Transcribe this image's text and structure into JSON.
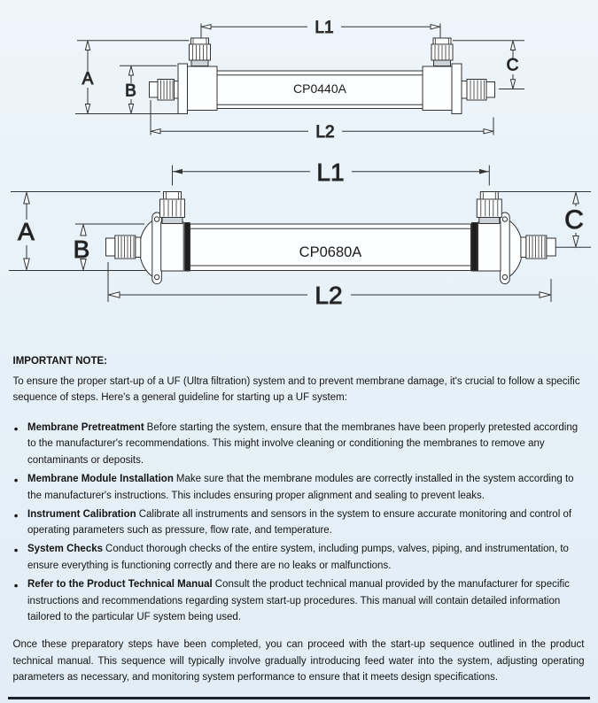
{
  "colors": {
    "background_top": "#eef5fb",
    "background_bottom": "#e2edf6",
    "line": "#333333",
    "part_fill": "#fcfeff",
    "clamp_band": "#1e1e1e",
    "bottom_rule": "#1b222e",
    "body_text": "#141414",
    "model_text": "#3c3c3c"
  },
  "diagrams": {
    "small": {
      "model": "CP0440A",
      "dims": {
        "l1": "L1",
        "l2": "L2",
        "a": "A",
        "b": "B",
        "c": "C"
      }
    },
    "large": {
      "model": "CP0680A",
      "dims": {
        "l1": "L1",
        "l2": "L2",
        "a": "A",
        "b": "B",
        "c": "C"
      }
    }
  },
  "note": {
    "heading": "IMPORTANT NOTE:",
    "intro": "To ensure the proper start-up of a UF (Ultra filtration) system and to prevent membrane damage, it's crucial to follow a specific sequence of steps. Here's a general guideline for starting up a UF system:",
    "bullet_char": "●",
    "bullets": [
      {
        "title": "Membrane Pretreatment",
        "text": "Before starting the system, ensure that the membranes have been properly pretested according to the manufacturer's recommendations. This might involve cleaning or conditioning the membranes to remove any contaminants or deposits."
      },
      {
        "title": "Membrane Module Installation",
        "text": "Make sure that the membrane modules are correctly installed in the system according to the manufacturer's instructions. This includes ensuring proper alignment and sealing to prevent leaks."
      },
      {
        "title": "Instrument Calibration",
        "text": "Calibrate all instruments and sensors in the system to ensure accurate monitoring and control of operating parameters such as pressure, flow rate, and temperature."
      },
      {
        "title": "System Checks",
        "text": "Conduct thorough checks of the entire system, including pumps, valves, piping, and instrumentation, to ensure everything is functioning correctly and there are no leaks or malfunctions."
      },
      {
        "title": "Refer to the Product Technical Manual",
        "text": "Consult the product technical manual provided by the manufacturer for specific instructions and recommendations regarding system start-up procedures. This manual will contain detailed information tailored to the particular UF system being used."
      }
    ],
    "closing": "Once these preparatory steps have been completed, you can proceed with the start-up sequence outlined in the product technical manual. This sequence will typically involve gradually introducing feed water into the system, adjusting operating parameters as necessary, and monitoring system performance to ensure that it meets design specifications."
  }
}
